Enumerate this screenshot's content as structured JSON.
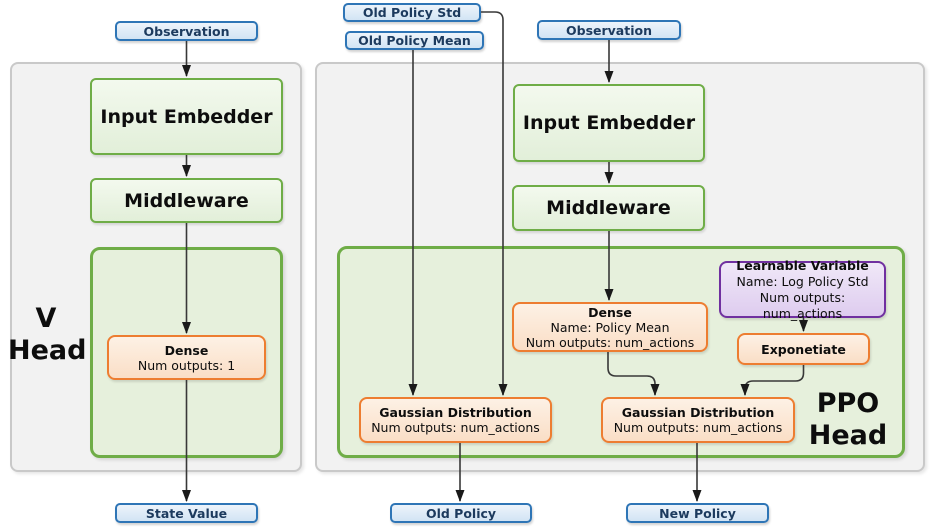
{
  "palette": {
    "blue-border": "#2E75B6",
    "blue-fill-top": "#EDF4FB",
    "blue-fill-bottom": "#D2E4F4",
    "green-border": "#6FAD47",
    "green-fill-top": "#F3F9EE",
    "green-fill-bottom": "#E2EFD9",
    "green-container-fill": "#E6F0DC",
    "orange-border": "#ED7D31",
    "orange-fill-top": "#FDF1E5",
    "orange-fill-bottom": "#FADEC6",
    "purple-border": "#7030A0",
    "purple-fill-top": "#F0E8F8",
    "purple-fill-bottom": "#DECCEF",
    "panel-fill": "#F2F2F2",
    "panel-border": "#C9C9C9",
    "connector": "#383838"
  },
  "v_head": {
    "label_line1": "V",
    "label_line2": "Head",
    "observation": "Observation",
    "input_embedder": "Input Embedder",
    "middleware": "Middleware",
    "dense_title": "Dense",
    "dense_outputs": "Num outputs: 1",
    "state_value": "State Value"
  },
  "ppo_head": {
    "label_line1": "PPO",
    "label_line2": "Head",
    "old_policy_std": "Old Policy Std",
    "old_policy_mean": "Old Policy Mean",
    "observation": "Observation",
    "input_embedder": "Input Embedder",
    "middleware": "Middleware",
    "dense_title": "Dense",
    "dense_name": "Name: Policy Mean",
    "dense_outputs": "Num outputs: num_actions",
    "learnable_title": "Learnable Variable",
    "learnable_name": "Name: Log Policy Std",
    "learnable_outputs": "Num outputs: num_actions",
    "exponetiate": "Exponetiate",
    "gaussian_old_title": "Gaussian Distribution",
    "gaussian_old_outputs": "Num outputs: num_actions",
    "gaussian_new_title": "Gaussian Distribution",
    "gaussian_new_outputs": "Num outputs: num_actions",
    "old_policy": "Old Policy",
    "new_policy": "New Policy"
  }
}
